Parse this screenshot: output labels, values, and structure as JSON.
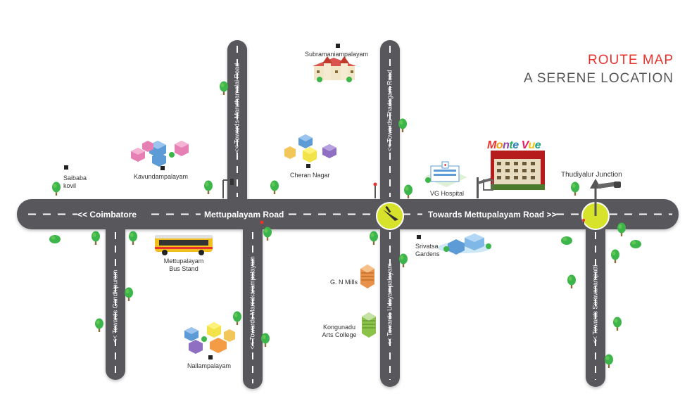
{
  "header": {
    "title": "ROUTE MAP",
    "subtitle": "A SERENE LOCATION"
  },
  "roads": {
    "main_west": "<< Coimbatore",
    "main_center": "Mettupalayam Road",
    "main_east": "Towards Mettupalayam Road >>",
    "maruthamalai": "<< Towards Maruthamalai Road",
    "thadagam": "<< Towards Thadagam Road",
    "gandhipuram": "<< Towards Gandhipuram",
    "maniakarampalayam": "<< Towards Maniakarampalayam",
    "udayampalayam": "<< Towards Udayampalayam",
    "saravanampatti": "<< Towards Saravanampatti"
  },
  "places": {
    "subramaniampalayam": "Subramaniampalayam",
    "saibaba_kovil_1": "Saibaba",
    "saibaba_kovil_2": "kovil",
    "kavundampalayam": "Kavundampalayam",
    "cheran_nagar": "Cheran Nagar",
    "vg_hospital": "VG Hospital",
    "thudiyalur_junction": "Thudiyalur Junction",
    "bus_stand_1": "Mettupalayam",
    "bus_stand_2": "Bus Stand",
    "srivatsa_1": "Srivatsa",
    "srivatsa_2": "Gardens",
    "gn_mills": "G. N Mills",
    "kongunadu_1": "Kongunadu",
    "kongunadu_2": "Arts College",
    "nallampalayam": "Nallampalayam"
  },
  "project": {
    "brand": "Monte Vue",
    "brand_colors": [
      "#e8322e",
      "#f39c12",
      "#8e44ad",
      "#27ae60",
      "#2980b9",
      "#e91e63",
      "#f1c40f",
      "#16a085",
      "#d35400"
    ]
  },
  "colors": {
    "road": "#58595b",
    "road_dash": "#ffffff",
    "junction": "#d7e22a",
    "tree": "#3cb54a",
    "trunk": "#8a6d3b",
    "title_red": "#e8322e",
    "title_grey": "#555555"
  },
  "icons": [
    "tree-icon",
    "building-cluster-icon",
    "bus-icon",
    "hospital-icon",
    "traffic-light-icon",
    "junction-arrow-icon",
    "mill-icon",
    "college-icon"
  ]
}
